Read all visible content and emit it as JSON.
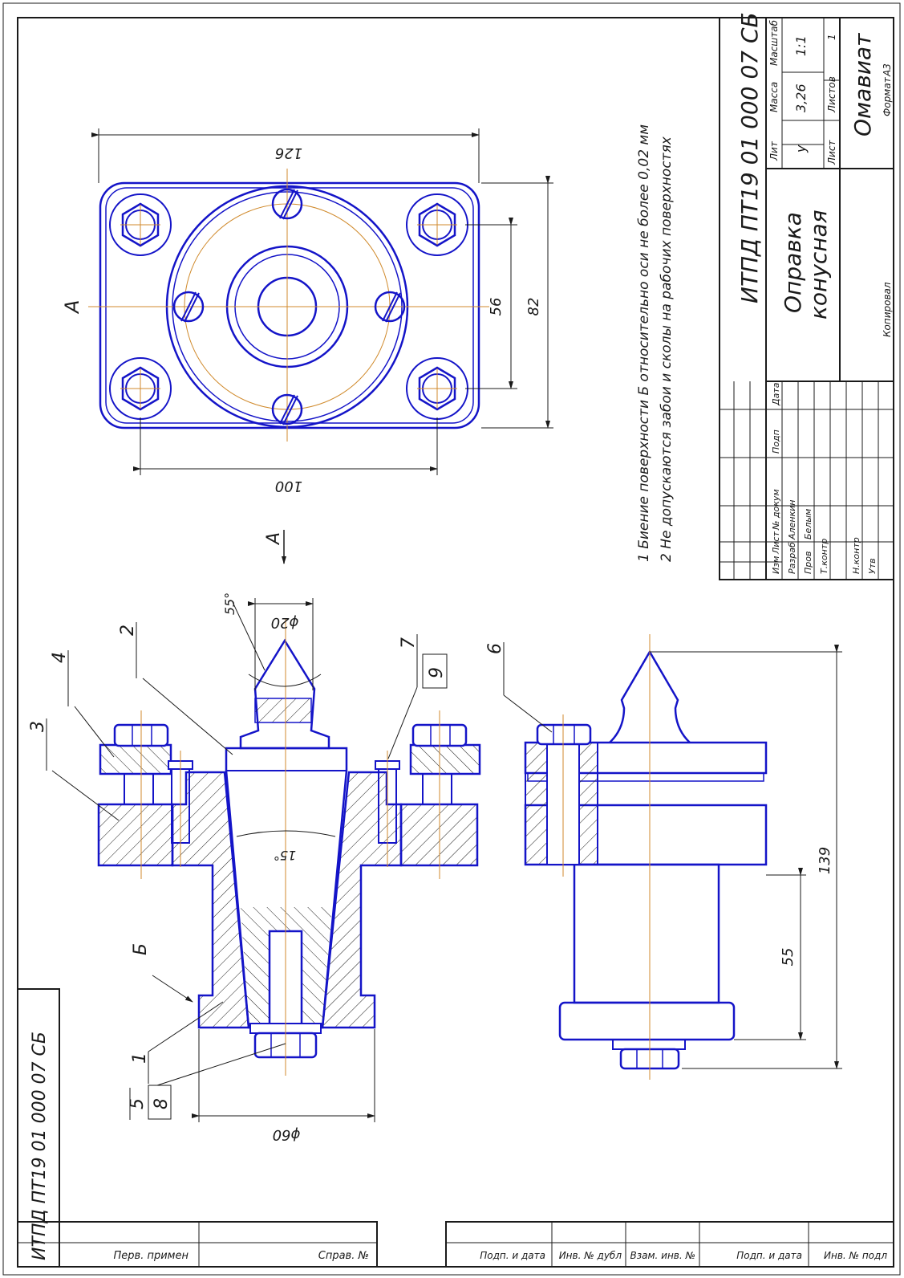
{
  "title_block": {
    "designation": "ИТПД ПТ19 01 000 07 СБ",
    "name_line1": "Оправка",
    "name_line2": "конусная",
    "lit_label": "Лит",
    "mass_label": "Масса",
    "scale_label": "Масштаб",
    "lit_value": "у",
    "mass_value": "3,26",
    "scale_value": "1:1",
    "sheet_label": "Лист",
    "sheets_label": "Листов",
    "sheets_value": "1",
    "organization": "Омавиат",
    "copied_label": "Копировал",
    "format_label": "Формат",
    "format_value": "А3",
    "rows": {
      "header": [
        "Изм",
        "Лист",
        "№ докум",
        "Подп",
        "Дата"
      ],
      "r1": [
        "Разраб",
        "Аленкин"
      ],
      "r2": [
        "Пров",
        "Белым"
      ],
      "r3": [
        "Т.контр"
      ],
      "r4": [
        "Н.контр"
      ],
      "r5": [
        "Утв"
      ]
    }
  },
  "notes": [
    "1  Биение поверхности Б относительно оси не более 0,02 мм",
    "2  Не допускаются забои и сколы на рабочих поверхностях"
  ],
  "side_strip": {
    "designation": "ИТПД ПТ19 01 000 07 СБ"
  },
  "bottom_strip": [
    "Перв. примен",
    "Справ. №",
    "Подп. и дата",
    "Инв. № дубл",
    "Взам. инв. №",
    "Подп. и дата",
    "Инв. № подл"
  ],
  "view_a": {
    "label": "А",
    "dims": {
      "width_total": "126",
      "bolt_spacing_x": "100",
      "bolt_spacing_y": "56",
      "height_total": "82"
    }
  },
  "section_view": {
    "arrow_label": "А",
    "dims": {
      "tip_diameter": "ϕ20",
      "tip_angle": "55°",
      "cone_angle": "15°",
      "base_diameter": "ϕ60"
    },
    "base_label": "Б",
    "callouts": [
      "1",
      "2",
      "3",
      "4",
      "5",
      "8",
      "7",
      "9"
    ]
  },
  "side_view": {
    "callouts": [
      "6"
    ],
    "dims": {
      "overall_height": "139",
      "body_height": "55"
    }
  },
  "colors": {
    "outline": "#1a1a1a",
    "part": "#1414c8",
    "axis": "#d08a2c"
  }
}
